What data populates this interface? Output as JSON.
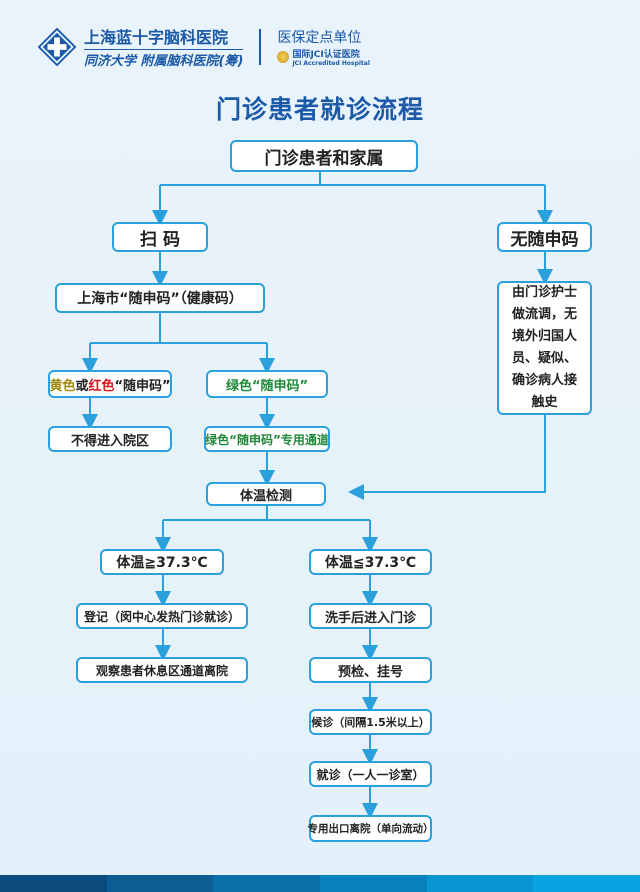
{
  "header": {
    "hospital_name": "上海蓝十字脑科医院",
    "affiliation_prefix": "同济大学",
    "affiliation_suffix": "附属脑科医院(筹)",
    "insurance_label": "医保定点单位",
    "jci_cn": "国际JCI认证医院",
    "jci_en": "JCI Accredited Hospital"
  },
  "title": "门诊患者就诊流程",
  "nodes": {
    "start": "门诊患者和家属",
    "scan": "扫 码",
    "no_code": "无随申码",
    "health_code": "上海市“随申码”（健康码）",
    "yr_yellow": "黄色",
    "yr_or": "或",
    "yr_red": "红色",
    "yr_code": "“随申码”",
    "green_code": "绿色“随申码”",
    "no_entry": "不得进入院区",
    "green_channel": "绿色“随申码”专用通道",
    "nurse": "由门诊护士做流调，无境外归国人员、疑似、确诊病人接触史",
    "temp_check": "体温检测",
    "temp_high": "体温≧37.3℃",
    "temp_low": "体温≦37.3℃",
    "register": "登记（闵中心发热门诊就诊）",
    "observe": "观察患者休息区通道离院",
    "wash": "洗手后进入门诊",
    "pretriage": "预检、挂号",
    "wait": "候诊（间隔1.5米以上）",
    "consult": "就诊（一人一诊室）",
    "exit": "专用出口离院（单向流动）"
  },
  "colors": {
    "accent": "#2aa0dc",
    "title": "#1c5aa8",
    "green": "#1f8a3a",
    "red": "#d8141c",
    "yellow": "#a08a10"
  },
  "bands": [
    "#0a4a7c",
    "#0b5d93",
    "#0a6ea8",
    "#0882bd",
    "#0896d2",
    "#0aa3e2"
  ]
}
